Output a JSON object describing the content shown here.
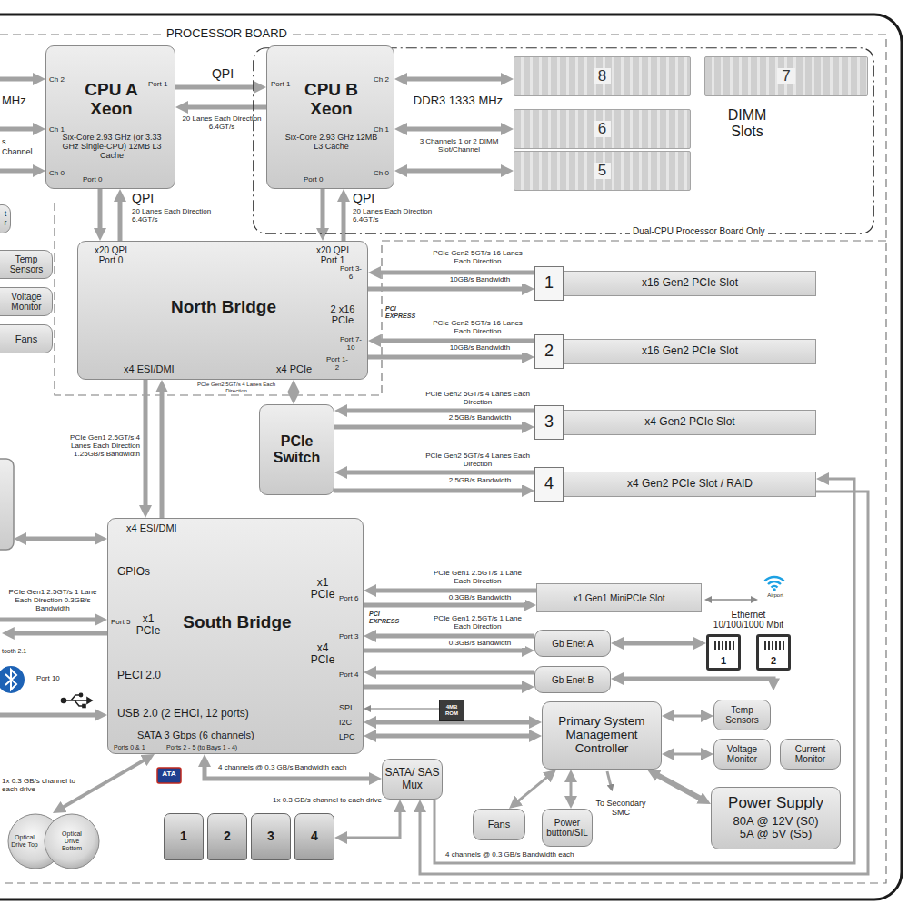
{
  "diagram": {
    "nodes": [
      {
        "text": [
          "PROCESSOR BOARD"
        ]
      },
      {
        "text": [
          "Ch 2",
          "Port 1",
          "CPU A Xeon",
          "Ch 1",
          "Six-Core 2.93 GHz (or 3.33 GHz Single-CPU) 12MB L3 Cache",
          "Ch 0",
          "Port 0"
        ],
        "in": 0
      },
      {
        "text": [
          "Dual-CPU Processor Board Only"
        ],
        "in": 0
      },
      {
        "text": [
          "Port 1",
          "CPU B Xeon",
          "Ch 2",
          "Ch 1",
          "Six-Core 2.93 GHz 12MB L3 Cache",
          "Ch 0",
          "Port 0"
        ],
        "in": 2
      },
      {
        "text": [
          "8"
        ],
        "in": 2
      },
      {
        "text": [
          "7"
        ],
        "in": 2
      },
      {
        "text": [
          "6"
        ],
        "in": 2
      },
      {
        "text": [
          "5"
        ],
        "in": 2
      },
      {
        "text": [
          "t r"
        ]
      },
      {
        "text": [
          "Temp Sensors"
        ]
      },
      {
        "text": [
          "Voltage Monitor"
        ]
      },
      {
        "text": [
          "Fans"
        ]
      },
      {
        "text": [
          "x20 QPI Port 0",
          "x20 QPI Port 1",
          "North Bridge",
          "Port 3-6",
          "2 x16 PCIe",
          "Port 7-10",
          "x4 ESI/DMI",
          "x4 PCIe",
          "Port 1-2"
        ],
        "in": 0
      },
      {
        "text": [
          "1"
        ]
      },
      {
        "text": [
          "x16 Gen2 PCIe Slot"
        ]
      },
      {
        "text": [
          "2"
        ]
      },
      {
        "text": [
          "x16 Gen2 PCIe Slot"
        ]
      },
      {
        "text": [
          "PCIe Switch"
        ]
      },
      {
        "text": [
          "3"
        ]
      },
      {
        "text": [
          "x4 Gen2 PCIe Slot"
        ]
      },
      {
        "text": [
          "4"
        ]
      },
      {
        "text": [
          "x4 Gen2 PCIe Slot / RAID"
        ]
      },
      {
        "text": [
          "x4 ESI/DMI",
          "GPIOs",
          "x1 PCIe",
          "Port 6",
          "Port 5",
          "x1 PCIe",
          "South Bridge",
          "x4 PCIe",
          "Port 3",
          "Port 4",
          "PECI 2.0",
          "USB 2.0 (2 EHCI, 12 ports)",
          "SPI",
          "I2C",
          "LPC",
          "SATA 3 Gbps (6 channels)",
          "Ports 0 & 1",
          "Ports 2 - 5 (to Bays 1 - 4)"
        ]
      },
      {
        "text": [
          "x1 Gen1 MiniPCIe Slot"
        ]
      },
      {
        "text": [
          "Gb Enet A"
        ]
      },
      {
        "text": [
          "Gb Enet B"
        ]
      },
      {
        "text": [
          "1"
        ]
      },
      {
        "text": [
          "2"
        ]
      },
      {
        "text": [
          "4MB ROM"
        ]
      },
      {
        "text": [
          "Primary System Management Controller"
        ]
      },
      {
        "text": [
          "Temp Sensors"
        ]
      },
      {
        "text": [
          "Voltage Monitor"
        ]
      },
      {
        "text": [
          "Current Monitor"
        ]
      },
      {
        "text": [
          "SATA/ SAS Mux"
        ]
      },
      {
        "text": [
          "Fans"
        ]
      },
      {
        "text": [
          "Power button/SIL"
        ]
      },
      {
        "text": [
          "Power Supply",
          "80A @ 12V (S0) 5A @ 5V (S5)"
        ]
      },
      {
        "text": [
          "Optical Drive Top"
        ]
      },
      {
        "text": [
          "Optical Drive Bottom"
        ]
      },
      {
        "text": [
          "1"
        ]
      },
      {
        "text": [
          "2"
        ]
      },
      {
        "text": [
          "3"
        ]
      },
      {
        "text": [
          "4"
        ]
      }
    ],
    "edges": [
      {
        "from": 1,
        "to": 3,
        "arrow": "to"
      },
      {
        "from": 3,
        "to": 1,
        "arrow": "to"
      },
      {
        "from": 1,
        "to": 12,
        "arrow": "to"
      },
      {
        "from": 12,
        "to": 1,
        "arrow": "to"
      },
      {
        "from": 3,
        "to": 12,
        "arrow": "to"
      },
      {
        "from": 12,
        "to": 3,
        "arrow": "to"
      },
      {
        "from": 3,
        "to": 4,
        "arrow": "both"
      },
      {
        "from": 3,
        "to": 6,
        "arrow": "both"
      },
      {
        "from": 3,
        "to": 7,
        "arrow": "both"
      },
      {
        "from": 13,
        "to": 12,
        "arrow": "to"
      },
      {
        "from": 12,
        "to": 13,
        "arrow": "to",
        "label": "10GB/s Bandwidth"
      },
      {
        "from": 15,
        "to": 12,
        "arrow": "to"
      },
      {
        "from": 12,
        "to": 15,
        "arrow": "to",
        "label": "10GB/s Bandwidth"
      },
      {
        "from": 12,
        "to": 17,
        "arrow": "both"
      },
      {
        "from": 18,
        "to": 17,
        "arrow": "to"
      },
      {
        "from": 17,
        "to": 18,
        "arrow": "to",
        "label": "2.5GB/s Bandwidth"
      },
      {
        "from": 20,
        "to": 17,
        "arrow": "to"
      },
      {
        "from": 17,
        "to": 20,
        "arrow": "to",
        "label": "2.5GB/s Bandwidth"
      },
      {
        "from": 12,
        "to": 22,
        "arrow": "to"
      },
      {
        "from": 22,
        "to": 12,
        "arrow": "to"
      },
      {
        "from": 23,
        "to": 22,
        "arrow": "to"
      },
      {
        "from": 22,
        "to": 23,
        "arrow": "to",
        "label": "0.3GB/s Bandwidth"
      },
      {
        "from": 24,
        "to": 22,
        "arrow": "to"
      },
      {
        "from": 22,
        "to": 24,
        "arrow": "to",
        "label": "0.3GB/s Bandwidth"
      },
      {
        "from": 25,
        "to": 22,
        "arrow": "to"
      },
      {
        "from": 22,
        "to": 25,
        "arrow": "to"
      },
      {
        "from": 24,
        "to": 26,
        "arrow": "both"
      },
      {
        "from": 25,
        "to": 27,
        "arrow": "both"
      },
      {
        "from": 28,
        "to": 22,
        "arrow": "to"
      },
      {
        "from": 22,
        "to": 29,
        "arrow": "both"
      },
      {
        "from": 22,
        "to": 29,
        "arrow": "both"
      },
      {
        "from": 29,
        "to": 30,
        "arrow": "both"
      },
      {
        "from": 29,
        "to": 31,
        "arrow": "both"
      },
      {
        "from": 29,
        "to": 34,
        "arrow": "both"
      },
      {
        "from": 29,
        "to": 35,
        "arrow": "both"
      },
      {
        "from": 29,
        "to": 36,
        "arrow": "both"
      },
      {
        "from": 22,
        "to": 33,
        "arrow": "both",
        "label": "4 channels @ 0.3 GB/s Bandwidth each"
      },
      {
        "from": 22,
        "to": 37,
        "arrow": "both"
      },
      {
        "from": 33,
        "to": 42,
        "arrow": "both"
      },
      {
        "from": 33,
        "to": 21,
        "arrow": "to",
        "label": "4 channels @ 0.3 GB/s Bandwidth each"
      },
      {
        "from": 21,
        "to": 33,
        "arrow": "to"
      }
    ],
    "labels": [
      "MHz",
      "s",
      "Channel",
      "QPI",
      "20 Lanes Each Direction 6.4GT/s",
      "QPI",
      "20 Lanes Each Direction 6.4GT/s",
      "QPI",
      "20 Lanes Each Direction 6.4GT/s",
      "DDR3 1333 MHz",
      "3 Channels 1 or 2 DIMM Slot/Channel",
      "DIMM Slots",
      "PCIe Gen2 5GT/s 16 Lanes Each Direction",
      "PCI EXPRESS",
      "PCIe Gen2 5GT/s 16 Lanes Each Direction",
      "PCIe Gen2 5GT/s 4 Lanes Each Direction",
      "PCIe Gen2 5GT/s 4 Lanes Each Direction",
      "PCIe Gen2 5GT/s 4 Lanes Each Direction",
      "PCIe Gen1 2.5GT/s 4 Lanes Each Direction 1.25GB/s Bandwidth",
      "PCIe Gen1 2.5GT/s 1 Lane Each Direction 0.3GB/s Bandwidth",
      "tooth 2.1",
      "Port 10",
      "PCIe Gen1 2.5GT/s 1 Lane Each Direction",
      "PCI EXPRESS",
      "Airport",
      "Ethernet 10/100/1000 Mbit",
      "PCIe Gen1 2.5GT/s 1 Lane Each Direction",
      "ATA",
      "1x 0.3 GB/s channel to each drive",
      "1x 0.3 GB/s channel to each drive",
      "To Secondary SMC"
    ]
  }
}
